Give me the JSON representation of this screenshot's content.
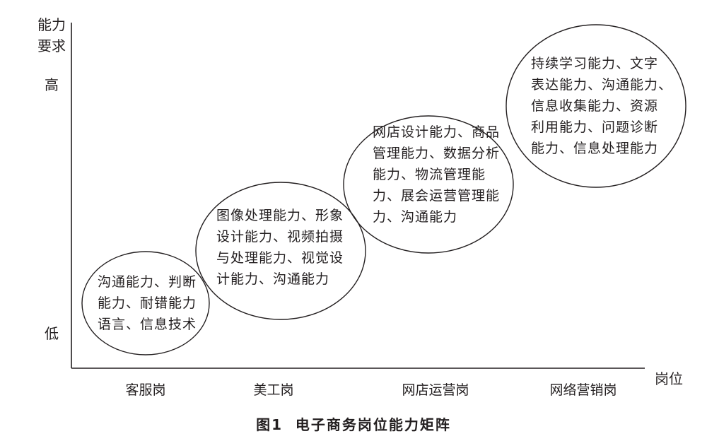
{
  "y_axis": {
    "title_line1": "能力",
    "title_line2": "要求",
    "high": "高",
    "low": "低"
  },
  "x_axis": {
    "title": "岗位",
    "positions": [
      "客服岗",
      "美工岗",
      "网店运营岗",
      "网络营销岗"
    ]
  },
  "bubbles": [
    {
      "lines": [
        "沟通能力、判断",
        "能力、耐错能力",
        "语言、信息技术"
      ]
    },
    {
      "lines": [
        "图像处理能力、形象",
        "设计能力、视频拍摄",
        "与处理能力、视觉设",
        "计能力、沟通能力"
      ]
    },
    {
      "lines": [
        "网店设计能力、商品",
        "管理能力、数据分析",
        "能力、物流管理能",
        "力、展会运营管理能",
        "力、沟通能力"
      ]
    },
    {
      "lines": [
        "持续学习能力、文字",
        "表达能力、沟通能力、",
        "信息收集能力、资源",
        "利用能力、问题诊断",
        "能力、信息处理能力"
      ]
    }
  ],
  "caption": "图1  电子商务岗位能力矩阵"
}
